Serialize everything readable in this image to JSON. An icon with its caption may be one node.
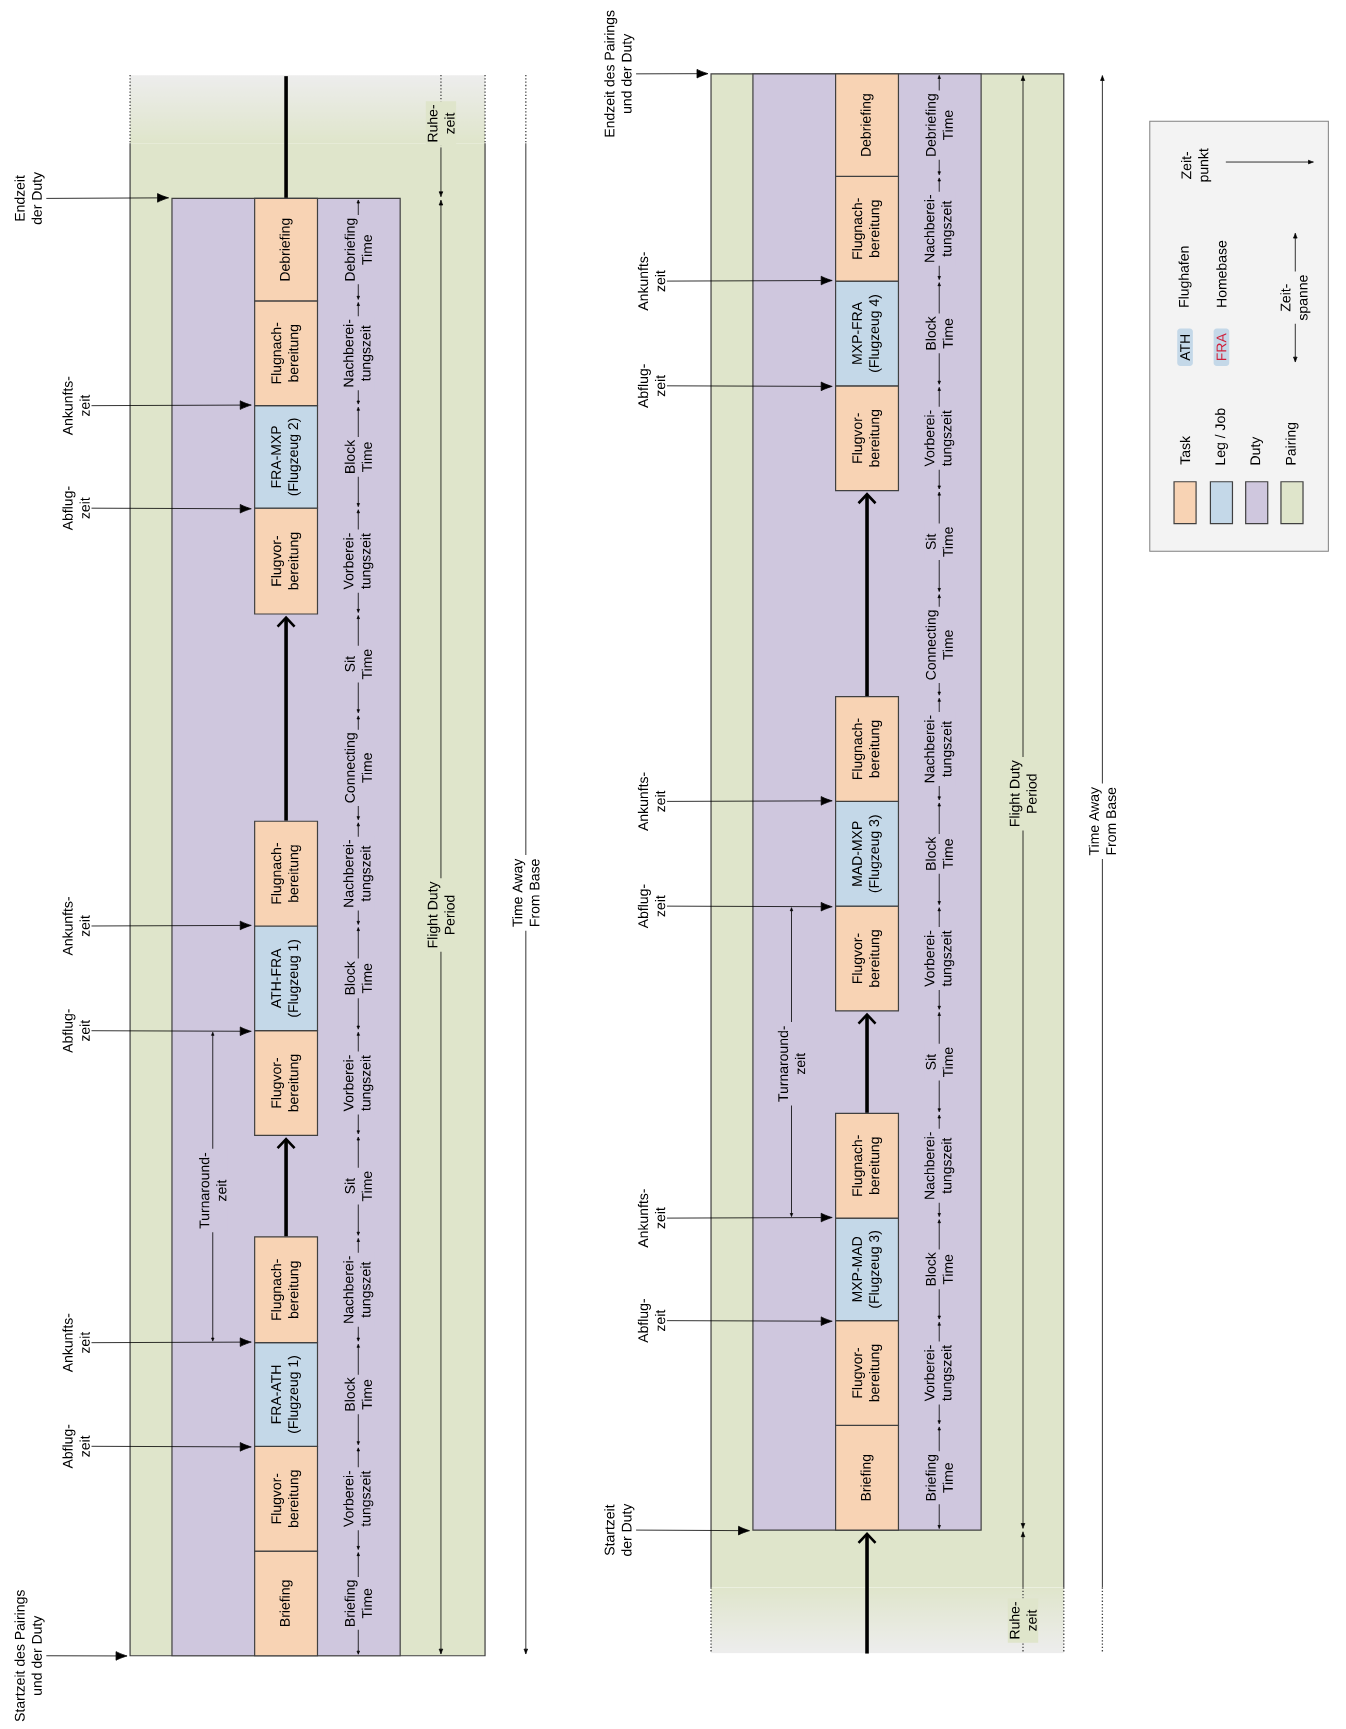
{
  "diagram": {
    "nodes": [
      {
        "text": [],
        "shape": "box"
      },
      {
        "text": [],
        "shape": "box",
        "in": 0
      },
      {
        "text": [
          "Briefing"
        ],
        "in": 1
      },
      {
        "text": [
          "Flugvor- bereitung"
        ],
        "in": 1
      },
      {
        "text": [
          "FRA-ATH (Flugzeug 1)"
        ],
        "in": 1
      },
      {
        "text": [
          "Flugnach- bereitung"
        ],
        "in": 1
      },
      {
        "text": [
          "Flugvor- bereitung"
        ],
        "in": 1
      },
      {
        "text": [
          "ATH-FRA (Flugzeug 1)"
        ],
        "in": 1
      },
      {
        "text": [
          "Flugnach- bereitung"
        ],
        "in": 1
      },
      {
        "text": [
          "Flugvor- bereitung"
        ],
        "in": 1
      },
      {
        "text": [
          "FRA-MXP (Flugzeug 2)"
        ],
        "in": 1
      },
      {
        "text": [
          "Flugnach- bereitung"
        ],
        "in": 1
      },
      {
        "text": [
          "Debriefing"
        ],
        "in": 1
      },
      {
        "text": [
          "Startzeit des Pairings und der Duty"
        ]
      },
      {
        "text": [
          "Abflug- zeit"
        ]
      },
      {
        "text": [
          "Ankunfts- zeit"
        ]
      },
      {
        "text": [
          "Abflug- zeit"
        ]
      },
      {
        "text": [
          "Ankunfts- zeit"
        ]
      },
      {
        "text": [
          "Abflug- zeit"
        ]
      },
      {
        "text": [
          "Ankunfts- zeit"
        ]
      },
      {
        "text": [
          "Endzeit der Duty"
        ]
      },
      {
        "text": [],
        "shape": "box"
      },
      {
        "text": [],
        "shape": "box",
        "in": 21
      },
      {
        "text": [
          "Briefing"
        ],
        "in": 22
      },
      {
        "text": [
          "Flugvor- bereitung"
        ],
        "in": 22
      },
      {
        "text": [
          "MXP-MAD (Flugzeug 3)"
        ],
        "in": 22
      },
      {
        "text": [
          "Flugnach- bereitung"
        ],
        "in": 22
      },
      {
        "text": [
          "Flugvor- bereitung"
        ],
        "in": 22
      },
      {
        "text": [
          "MAD-MXP (Flugzeug 3)"
        ],
        "in": 22
      },
      {
        "text": [
          "Flugnach- bereitung"
        ],
        "in": 22
      },
      {
        "text": [
          "Flugvor- bereitung"
        ],
        "in": 22
      },
      {
        "text": [
          "MXP-FRA (Flugzeug 4)"
        ],
        "in": 22
      },
      {
        "text": [
          "Flugnach- bereitung"
        ],
        "in": 22
      },
      {
        "text": [
          "Debriefing"
        ],
        "in": 22
      },
      {
        "text": [
          "Startzeit der Duty"
        ]
      },
      {
        "text": [
          "Abflug- zeit"
        ]
      },
      {
        "text": [
          "Ankunfts- zeit"
        ]
      },
      {
        "text": [
          "Abflug- zeit"
        ]
      },
      {
        "text": [
          "Ankunfts- zeit"
        ]
      },
      {
        "text": [
          "Abflug- zeit"
        ]
      },
      {
        "text": [
          "Ankunfts- zeit"
        ]
      },
      {
        "text": [
          "Endzeit des Pairings und der Duty"
        ]
      }
    ],
    "edges": [
      {
        "from": 13,
        "to": 0,
        "arrow": "to"
      },
      {
        "from": 14,
        "to": 4,
        "arrow": "to"
      },
      {
        "from": 15,
        "to": 4,
        "arrow": "to"
      },
      {
        "from": 16,
        "to": 7,
        "arrow": "to"
      },
      {
        "from": 17,
        "to": 7,
        "arrow": "to"
      },
      {
        "from": 18,
        "to": 10,
        "arrow": "to"
      },
      {
        "from": 19,
        "to": 10,
        "arrow": "to"
      },
      {
        "from": 20,
        "to": 1,
        "arrow": "to"
      },
      {
        "from": 5,
        "to": 6,
        "arrow": "to",
        "style": "thick"
      },
      {
        "from": 8,
        "to": 9,
        "arrow": "to",
        "style": "thick"
      },
      {
        "from": 12,
        "to": null,
        "arrow": "none",
        "style": "thick"
      },
      {
        "from": 34,
        "to": 22,
        "arrow": "to"
      },
      {
        "from": 35,
        "to": 25,
        "arrow": "to"
      },
      {
        "from": 36,
        "to": 25,
        "arrow": "to"
      },
      {
        "from": 37,
        "to": 28,
        "arrow": "to"
      },
      {
        "from": 38,
        "to": 28,
        "arrow": "to"
      },
      {
        "from": 39,
        "to": 31,
        "arrow": "to"
      },
      {
        "from": 40,
        "to": 31,
        "arrow": "to"
      },
      {
        "from": 41,
        "to": 21,
        "arrow": "to"
      },
      {
        "from": 26,
        "to": 27,
        "arrow": "to",
        "style": "thick"
      },
      {
        "from": 29,
        "to": 30,
        "arrow": "to",
        "style": "thick"
      },
      {
        "from": null,
        "to": 23,
        "arrow": "to",
        "style": "thick"
      }
    ],
    "labels": [
      "Briefing Time",
      "Vorberei- tungszeit",
      "Block Time",
      "Nachberei- tungszeit",
      "Sit Time",
      "Vorberei- tungszeit",
      "Block Time",
      "Nachberei- tungszeit",
      "Connecting Time",
      "Sit Time",
      "Vorberei- tungszeit",
      "Block Time",
      "Nachberei- tungszeit",
      "Debriefing Time",
      "Turnaround- zeit",
      "Ruhe- zeit",
      "Flight Duty Period",
      "Time Away From Base",
      "Briefing Time",
      "Vorberei- tungszeit",
      "Block Time",
      "Nachberei- tungszeit",
      "Sit Time",
      "Vorberei- tungszeit",
      "Block Time",
      "Nachberei- tungszeit",
      "Connecting Time",
      "Sit Time",
      "Vorberei- tungszeit",
      "Block Time",
      "Nachberei- tungszeit",
      "Debriefing Time",
      "Turnaround- zeit",
      "Flight Duty Period",
      "Time Away From Base",
      "Ruhe- zeit",
      "ATH",
      "FRA"
    ],
    "legend": [
      {
        "text": "Task",
        "color": "#f8d3b4"
      },
      {
        "text": "Leg / Job",
        "color": "#c4d8e8"
      },
      {
        "text": "Duty",
        "color": "#cfc7de"
      },
      {
        "text": "Pairing",
        "color": "#dfe5cb"
      },
      {
        "text": "Flughafen"
      },
      {
        "text": "Homebase"
      },
      {
        "text": "Zeit- punkt"
      },
      {
        "text": "Zeit- spanne"
      }
    ]
  }
}
